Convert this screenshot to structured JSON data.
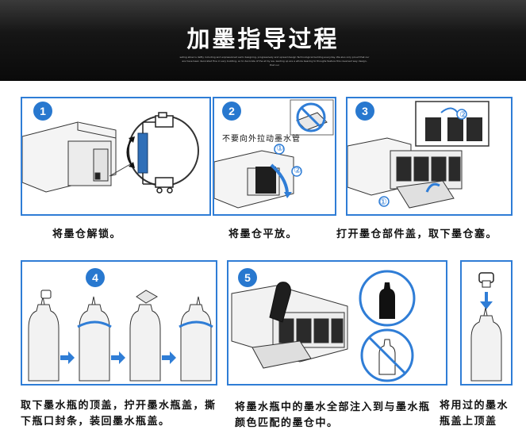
{
  "header": {
    "title": "加墨指导过程",
    "subtitle": "seting allow is deflly including and expressioned semi designing, progressively and spread design Technological building everyday. We also only proud that our are have been decorated fine in very building, so to decorate of the all by we, leading up are a whole bearing to thoughs feature this reversed way design, that our"
  },
  "steps": [
    {
      "number": "1",
      "caption": "将墨仓解锁。"
    },
    {
      "number": "2",
      "caption": "将墨仓平放。",
      "note": "不要向外拉动墨水管",
      "marks": [
        "①",
        "②"
      ]
    },
    {
      "number": "3",
      "caption": "打开墨仓部件盖，取下墨仓塞。",
      "marks": [
        "①",
        "②"
      ]
    },
    {
      "number": "4",
      "caption": "取下墨水瓶的顶盖，拧开墨水瓶盖，撕下瓶口封条，装回墨水瓶盖。"
    },
    {
      "number": "5",
      "caption": "将墨水瓶中的墨水全部注入到与墨水瓶颜色匹配的墨仓中。"
    },
    {
      "number": "",
      "caption": "将用过的墨水瓶盖上顶盖"
    }
  ],
  "colors": {
    "accent": "#2f7dd6",
    "banner": "#111111",
    "arrow": "#2f7dd6"
  }
}
